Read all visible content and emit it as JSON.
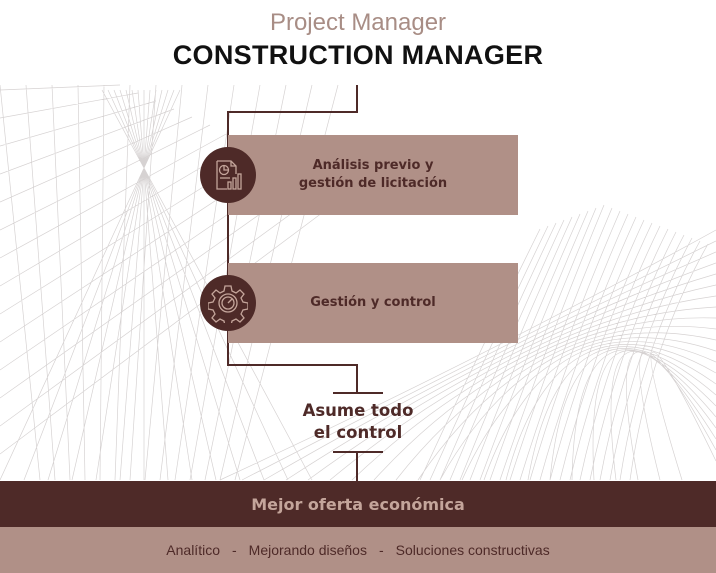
{
  "header": {
    "subtitle": "Project Manager",
    "title": "CONSTRUCTION MANAGER"
  },
  "steps": [
    {
      "icon": "report-chart-icon",
      "line1": "Análisis previo y",
      "line2": "gestión de licitación"
    },
    {
      "icon": "gear-gauge-icon",
      "label": "Gestión y control"
    }
  ],
  "outcome": {
    "line1": "Asume todo",
    "line2": "el control"
  },
  "footer": {
    "banner": "Mejor oferta económica",
    "items": [
      "Analítico",
      "Mejorando diseños",
      "Soluciones constructivas"
    ],
    "separator": "-"
  },
  "colors": {
    "dark": "#4e2a28",
    "tan": "#b09087",
    "subtitle": "#a88d85"
  }
}
